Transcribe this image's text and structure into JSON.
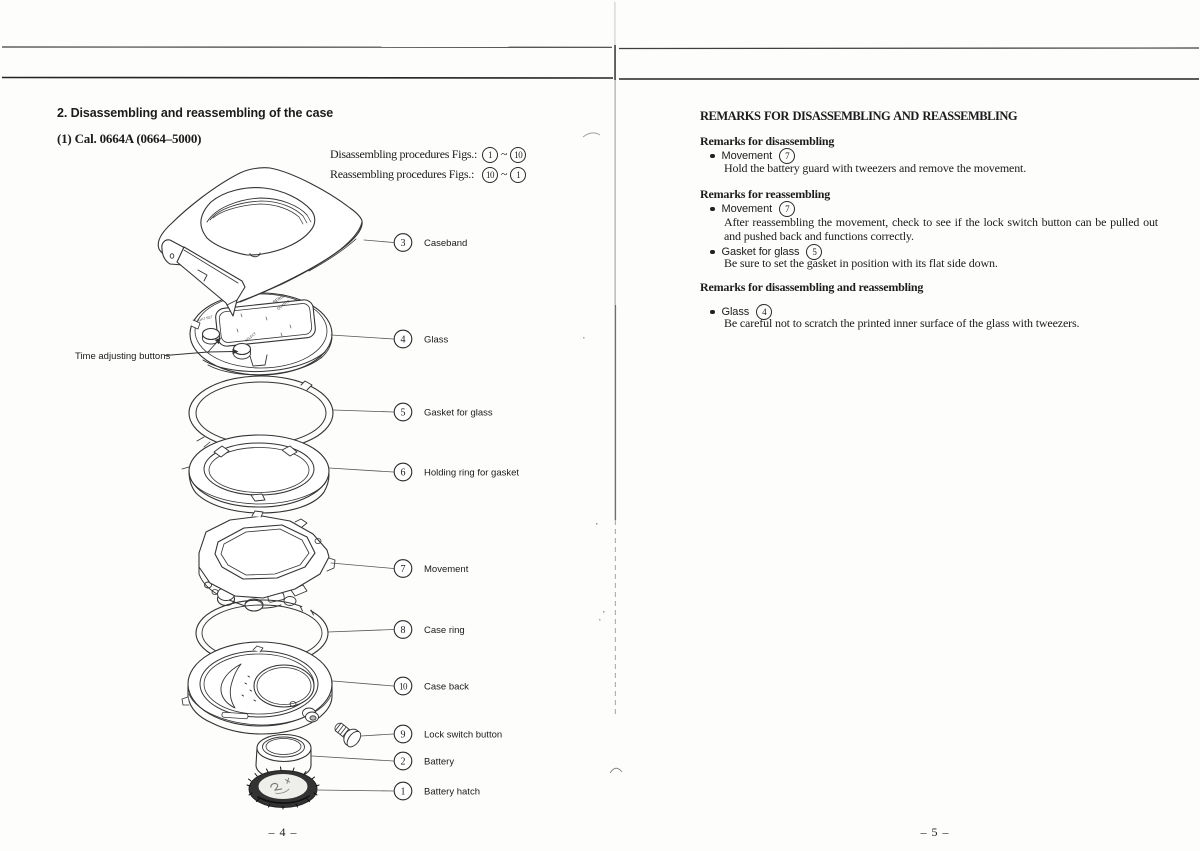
{
  "left_page": {
    "section_heading": "2.  Disassembling and reassembling of the case",
    "cal_heading": "(1)  Cal. 0664A (0664–5000)",
    "procedures": {
      "disassembling_prefix": "Disassembling procedures Figs.:",
      "reassembling_prefix": "Reassembling procedures Figs.:",
      "disassembling_from": "1",
      "disassembling_to": "10",
      "reassembling_from": "10",
      "reassembling_to": "1",
      "range_separator": "~"
    },
    "diagram": {
      "time_adjusting_buttons_label": "Time adjusting buttons",
      "dial_text": "SEIKO",
      "dial_subtext": "QUARTZ",
      "button_labels": {
        "light_set": "LIGHT SET",
        "select": "SELECT"
      },
      "parts": [
        {
          "num": "3",
          "label": "Caseband"
        },
        {
          "num": "4",
          "label": "Glass"
        },
        {
          "num": "5",
          "label": "Gasket for glass"
        },
        {
          "num": "6",
          "label": "Holding ring for gasket"
        },
        {
          "num": "7",
          "label": "Movement"
        },
        {
          "num": "8",
          "label": "Case ring"
        },
        {
          "num": "10",
          "label": "Case back"
        },
        {
          "num": "9",
          "label": "Lock switch button"
        },
        {
          "num": "2",
          "label": "Battery"
        },
        {
          "num": "1",
          "label": "Battery hatch"
        }
      ]
    },
    "page_number": "– 4 –"
  },
  "right_page": {
    "title": "REMARKS FOR DISASSEMBLING AND REASSEMBLING",
    "sections": [
      {
        "heading": "Remarks for disassembling",
        "items": [
          {
            "label": "Movement",
            "fig": "7",
            "text": "Hold the battery guard with tweezers and remove the movement."
          }
        ]
      },
      {
        "heading": "Remarks for reassembling",
        "items": [
          {
            "label": "Movement",
            "fig": "7",
            "text": "After reassembling the movement, check to see if the lock switch button can be pulled out and pushed back and functions correctly."
          },
          {
            "label": "Gasket for glass",
            "fig": "5",
            "text": "Be sure to set the gasket in position with its flat side down."
          }
        ]
      },
      {
        "heading": "Remarks for disassembling and reassembling",
        "items": [
          {
            "label": "Glass",
            "fig": "4",
            "text": "Be careful not to scratch the printed inner surface of the glass with tweezers."
          }
        ]
      }
    ],
    "page_number": "– 5 –"
  }
}
